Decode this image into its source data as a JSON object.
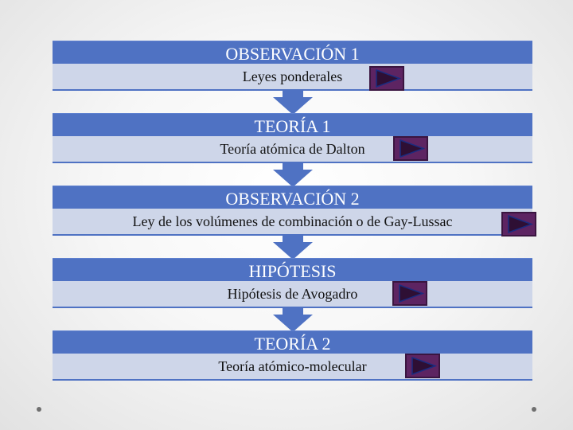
{
  "steps": [
    {
      "title": "OBSERVACIÓN 1",
      "subtitle": "Leyes ponderales",
      "button_icon": "play-triangle"
    },
    {
      "title": "TEORÍA 1",
      "subtitle": "Teoría atómica de Dalton",
      "button_icon": "play-triangle"
    },
    {
      "title": "OBSERVACIÓN 2",
      "subtitle": "Ley de los volúmenes de combinación o de Gay-Lussac",
      "button_icon": "play-triangle"
    },
    {
      "title": "HIPÓTESIS",
      "subtitle": "Hipótesis de Avogadro",
      "button_icon": "play-triangle"
    },
    {
      "title": "TEORÍA 2",
      "subtitle": "Teoría atómico-molecular",
      "button_icon": "play-triangle"
    }
  ],
  "colors": {
    "header_bg": "#4f72c3",
    "subrow_bg": "#ced6e9",
    "arrow": "#4f72c3",
    "button_bg": "#5d2462"
  }
}
